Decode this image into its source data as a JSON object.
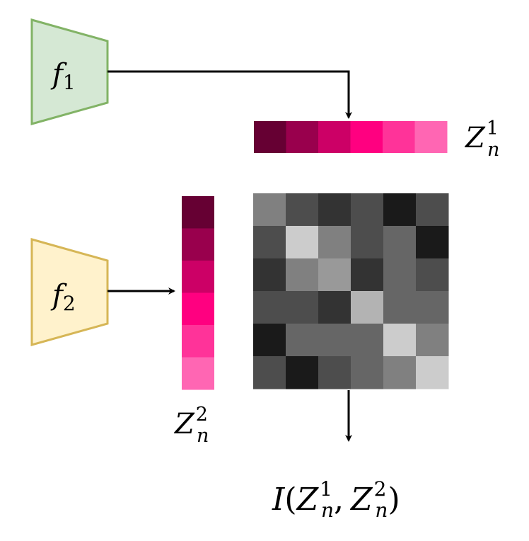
{
  "labels": {
    "encoder1": {
      "main": "f",
      "sub": "1"
    },
    "encoder2": {
      "main": "f",
      "sub": "2"
    },
    "z1": {
      "main": "Z",
      "sub": "n",
      "sup": "1"
    },
    "z2": {
      "main": "Z",
      "sub": "n",
      "sup": "2"
    },
    "interaction": {
      "prefix": "I",
      "open": "(",
      "a_main": "Z",
      "a_sub": "n",
      "a_sup": "1",
      "comma": ",",
      "b_main": "Z",
      "b_sub": "n",
      "b_sup": "2",
      "close": ")"
    }
  },
  "colors": {
    "encoder1_fill": "#d5e8d4",
    "encoder1_stroke": "#82b366",
    "encoder2_fill": "#fff2cc",
    "encoder2_stroke": "#d6b656",
    "arrow": "#000000",
    "z_cells": [
      "#660033",
      "#99004d",
      "#cc0066",
      "#ff0080",
      "#ff3399",
      "#ff66b3"
    ]
  },
  "matrix": {
    "rows": 6,
    "cols": 6,
    "gray_values": [
      [
        "#808080",
        "#4d4d4d",
        "#333333",
        "#4d4d4d",
        "#1a1a1a",
        "#4d4d4d"
      ],
      [
        "#4d4d4d",
        "#cccccc",
        "#808080",
        "#4d4d4d",
        "#666666",
        "#1a1a1a"
      ],
      [
        "#333333",
        "#808080",
        "#999999",
        "#333333",
        "#666666",
        "#4d4d4d"
      ],
      [
        "#4d4d4d",
        "#4d4d4d",
        "#333333",
        "#b3b3b3",
        "#666666",
        "#666666"
      ],
      [
        "#1a1a1a",
        "#666666",
        "#666666",
        "#666666",
        "#cccccc",
        "#808080"
      ],
      [
        "#4d4d4d",
        "#1a1a1a",
        "#4d4d4d",
        "#666666",
        "#808080",
        "#cccccc"
      ]
    ]
  }
}
